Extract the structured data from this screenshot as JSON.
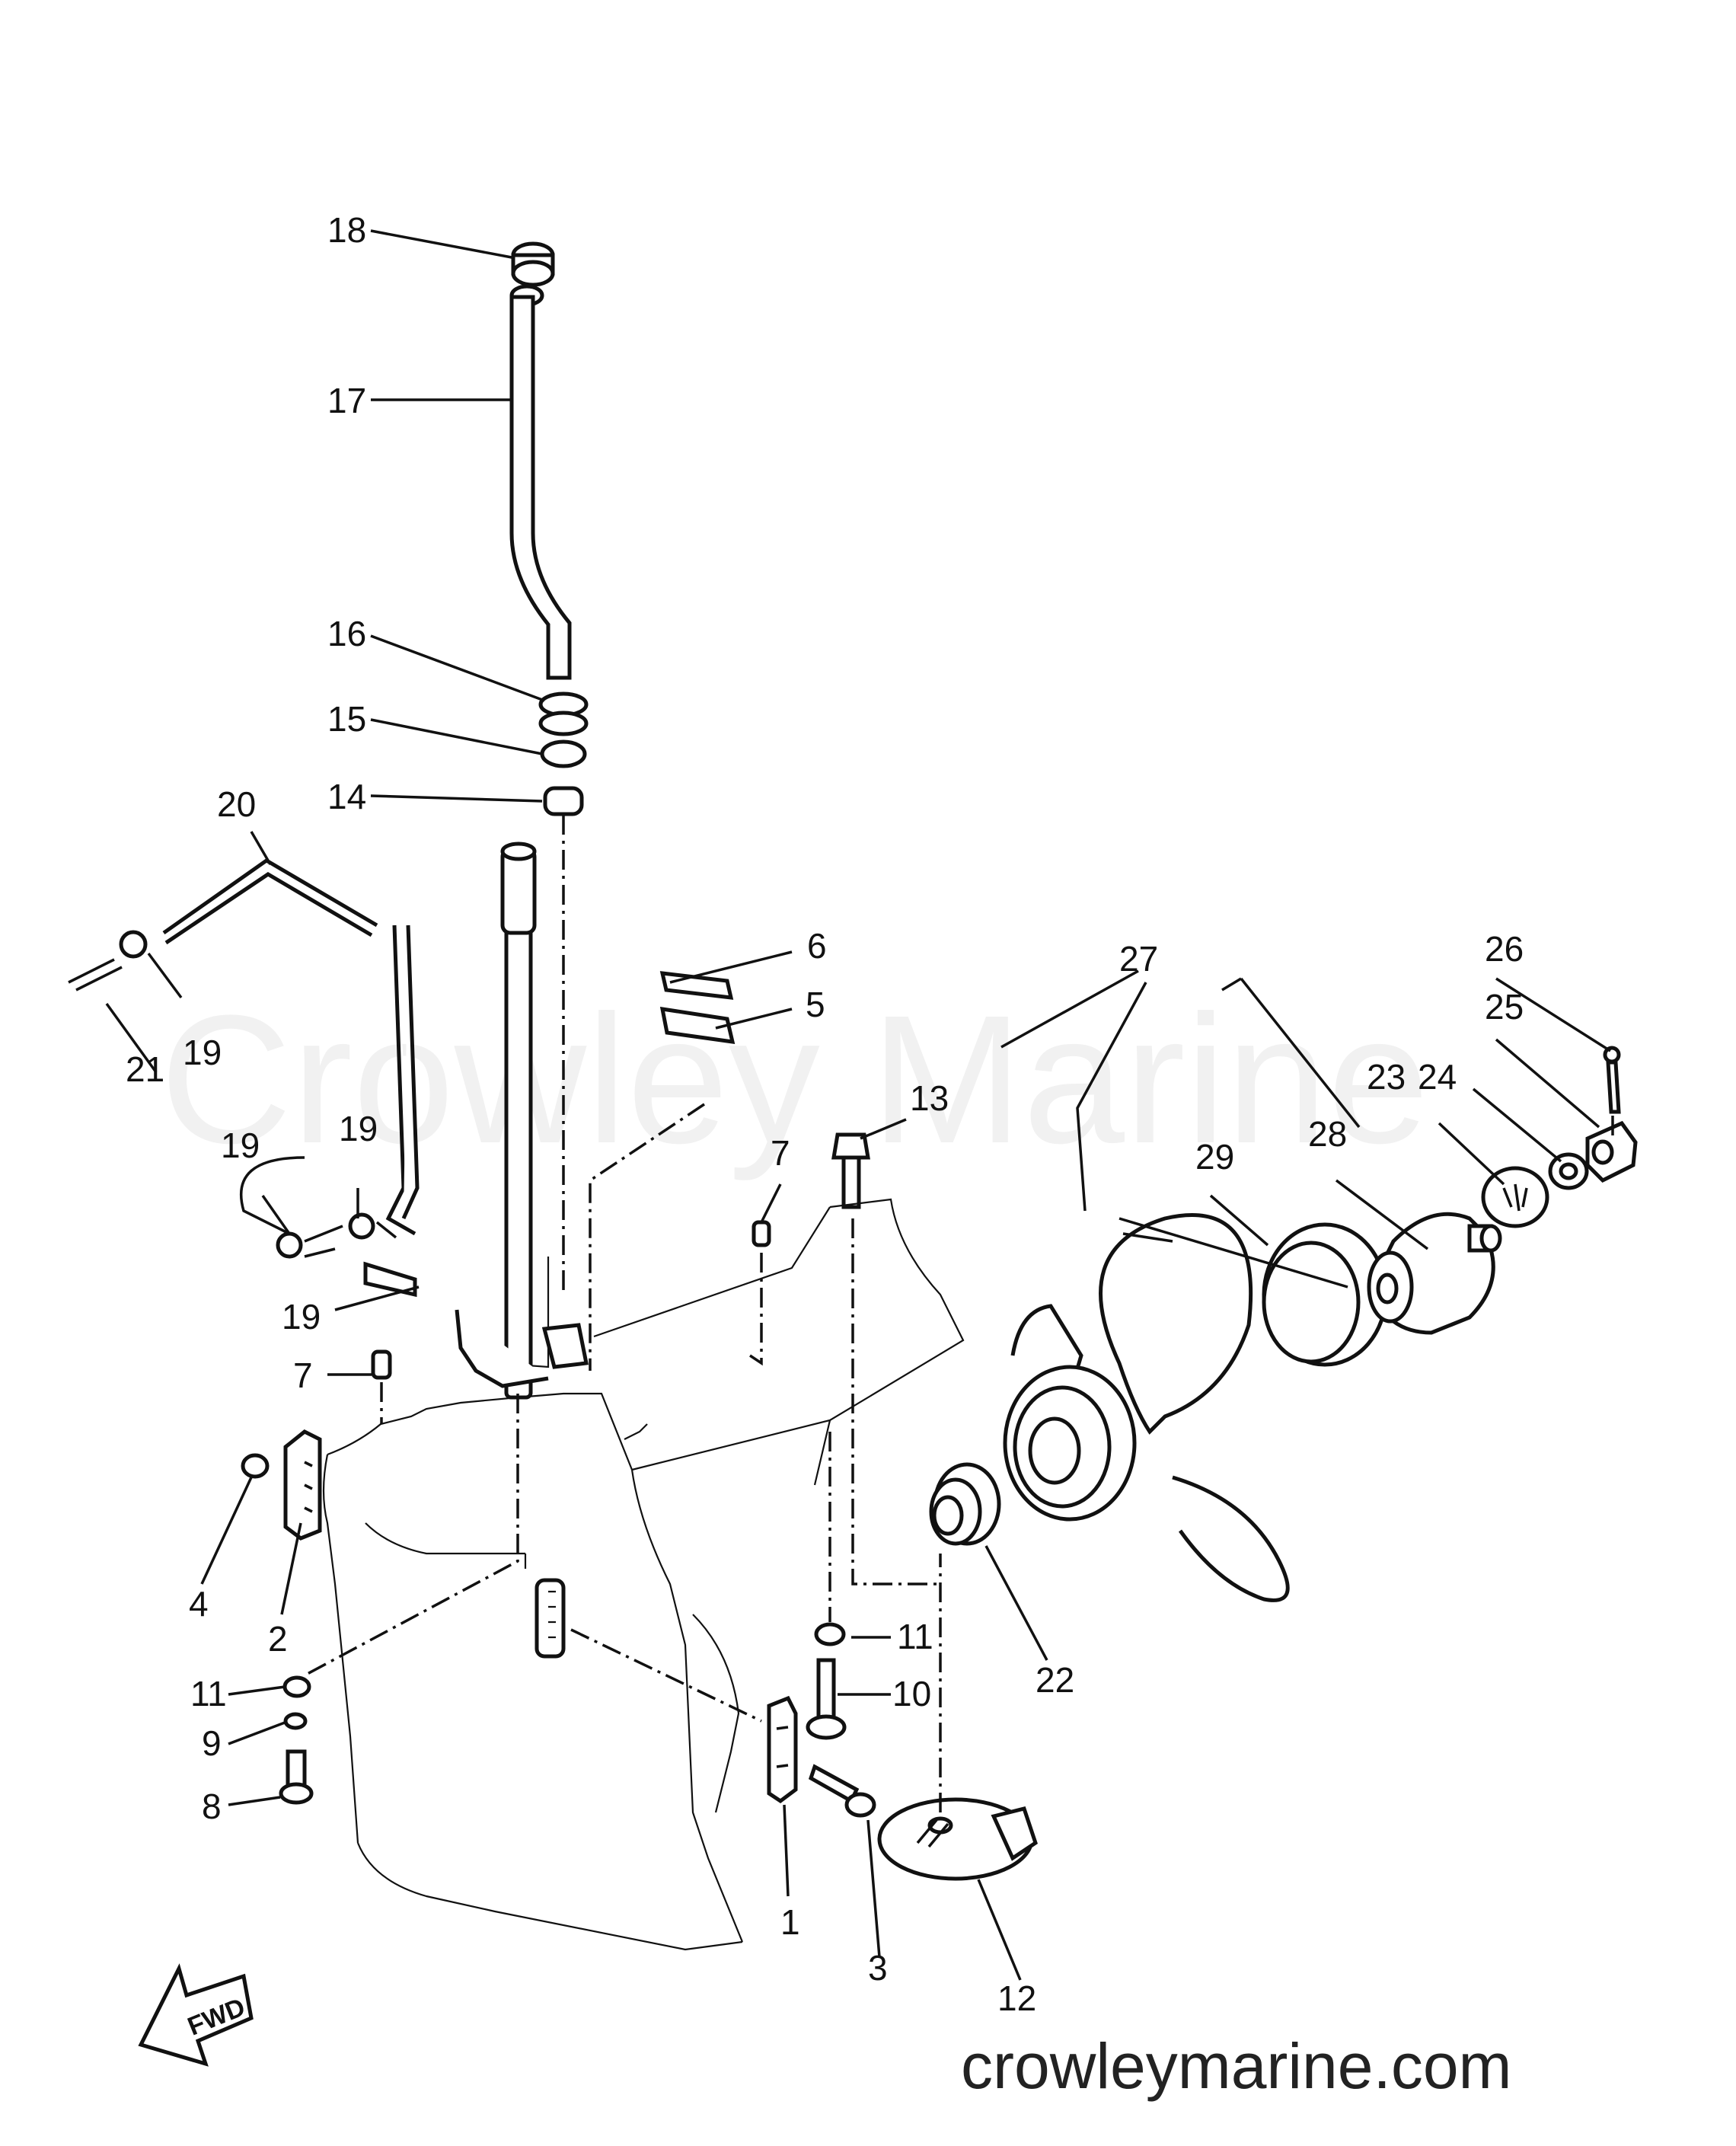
{
  "diagram": {
    "watermark": "Crowley Marine",
    "website": "crowleymarine.com",
    "fwd_label": "FWD",
    "callouts": [
      {
        "id": "c18",
        "text": "18"
      },
      {
        "id": "c17",
        "text": "17"
      },
      {
        "id": "c16",
        "text": "16"
      },
      {
        "id": "c15",
        "text": "15"
      },
      {
        "id": "c14",
        "text": "14"
      },
      {
        "id": "c20",
        "text": "20"
      },
      {
        "id": "c19a",
        "text": "19"
      },
      {
        "id": "c21",
        "text": "21"
      },
      {
        "id": "c19b",
        "text": "19"
      },
      {
        "id": "c19c",
        "text": "19"
      },
      {
        "id": "c19d",
        "text": "19"
      },
      {
        "id": "c6",
        "text": "6"
      },
      {
        "id": "c5",
        "text": "5"
      },
      {
        "id": "c13",
        "text": "13"
      },
      {
        "id": "c7a",
        "text": "7"
      },
      {
        "id": "c7b",
        "text": "7"
      },
      {
        "id": "c27",
        "text": "27"
      },
      {
        "id": "c26",
        "text": "26"
      },
      {
        "id": "c25",
        "text": "25"
      },
      {
        "id": "c24",
        "text": "24"
      },
      {
        "id": "c23",
        "text": "23"
      },
      {
        "id": "c28",
        "text": "28"
      },
      {
        "id": "c29",
        "text": "29"
      },
      {
        "id": "c4",
        "text": "4"
      },
      {
        "id": "c2",
        "text": "2"
      },
      {
        "id": "c11a",
        "text": "11"
      },
      {
        "id": "c9",
        "text": "9"
      },
      {
        "id": "c8",
        "text": "8"
      },
      {
        "id": "c11b",
        "text": "11"
      },
      {
        "id": "c10",
        "text": "10"
      },
      {
        "id": "c22",
        "text": "22"
      },
      {
        "id": "c1",
        "text": "1"
      },
      {
        "id": "c3",
        "text": "3"
      },
      {
        "id": "c12",
        "text": "12"
      }
    ]
  }
}
